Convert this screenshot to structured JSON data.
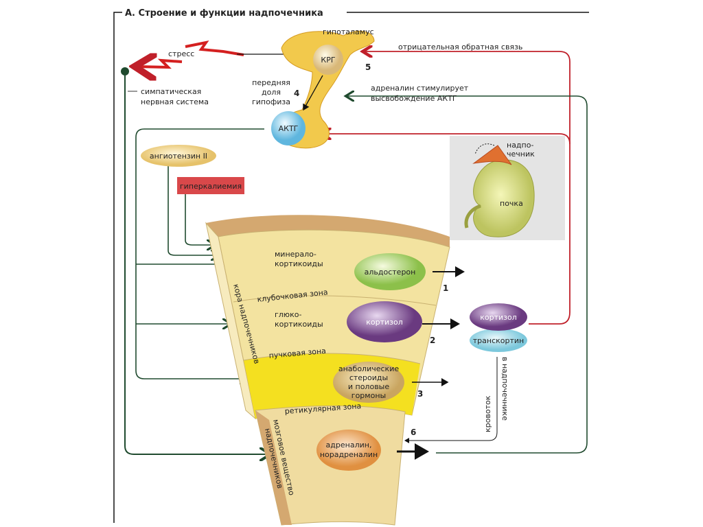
{
  "title": "А. Строение и функции надпочечника",
  "labels": {
    "hypothalamus": "гипоталамус",
    "stress": "стресс",
    "sympathetic": [
      "симпатическая",
      "нервная система"
    ],
    "pituitary": [
      "передняя",
      "доля",
      "гипофиза"
    ],
    "neg_feedback": "отрицательная обратная связь",
    "adrenaline_stim": [
      "адреналин стимулирует",
      "высвобождение АКТГ"
    ],
    "angiotensin": "ангиотензин II",
    "hyperkalemia": "гиперкалиемия",
    "adrenal_gland": [
      "надпо-",
      "чечник"
    ],
    "kidney": "почка",
    "mineralo": [
      "минерало-",
      "кортикоиды"
    ],
    "glomerular": "клубочковая зона",
    "gluco": [
      "глюко-",
      "кортикоиды"
    ],
    "fascicular": "пучковая зона",
    "reticular": "ретикулярная зона",
    "cortex": "кора надпочечников",
    "medulla": [
      "мозговое вещество",
      "надпочечников"
    ],
    "bloodflow": [
      "кровоток",
      "в надпочечнике"
    ]
  },
  "hormones": {
    "crh": "КРГ",
    "acth": "АКТГ",
    "aldosterone": "альдостерон",
    "cortisol": "кортизол",
    "anabolic": [
      "анаболические",
      "стероиды",
      "и половые",
      "гормоны"
    ],
    "adrenaline": [
      "адреналин,",
      "норадреналин"
    ],
    "cortisol_bound": "кортизол",
    "transcortin": "транскортин"
  },
  "numbers": {
    "n1": "1",
    "n2": "2",
    "n3": "3",
    "n4": "4",
    "n5": "5",
    "n6": "6"
  },
  "colors": {
    "feedback": "#c0202a",
    "pathway": "#1f4a2e",
    "cortex": "#f3e3a0",
    "reticular": "#f4e020"
  }
}
